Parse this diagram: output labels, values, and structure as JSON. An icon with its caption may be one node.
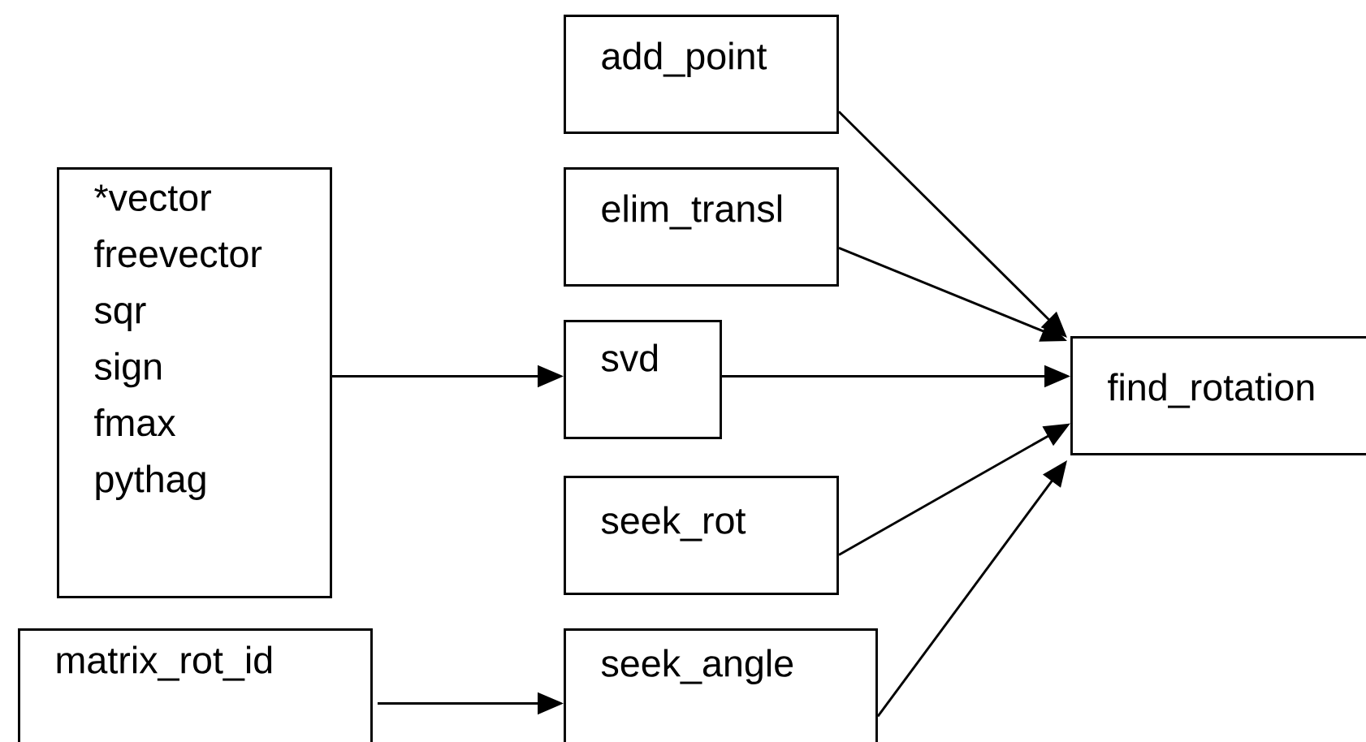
{
  "diagram": {
    "nodes": [
      {
        "text": [
          "add_point"
        ]
      },
      {
        "text": [
          "elim_transl"
        ]
      },
      {
        "text": [
          "*vector",
          "freevector",
          "sqr",
          "sign",
          "fmax",
          "pythag"
        ]
      },
      {
        "text": [
          "svd"
        ]
      },
      {
        "text": [
          "find_rotation"
        ]
      },
      {
        "text": [
          "seek_rot"
        ]
      },
      {
        "text": [
          "matrix_rot_id"
        ]
      },
      {
        "text": [
          "seek_angle"
        ]
      }
    ],
    "edges": [
      {
        "from": 2,
        "to": 3,
        "arrow": "to"
      },
      {
        "from": 0,
        "to": 4,
        "arrow": "to"
      },
      {
        "from": 1,
        "to": 4,
        "arrow": "to"
      },
      {
        "from": 3,
        "to": 4,
        "arrow": "to"
      },
      {
        "from": 5,
        "to": 4,
        "arrow": "to"
      },
      {
        "from": 7,
        "to": 4,
        "arrow": "to"
      },
      {
        "from": 6,
        "to": 7,
        "arrow": "to"
      }
    ]
  }
}
